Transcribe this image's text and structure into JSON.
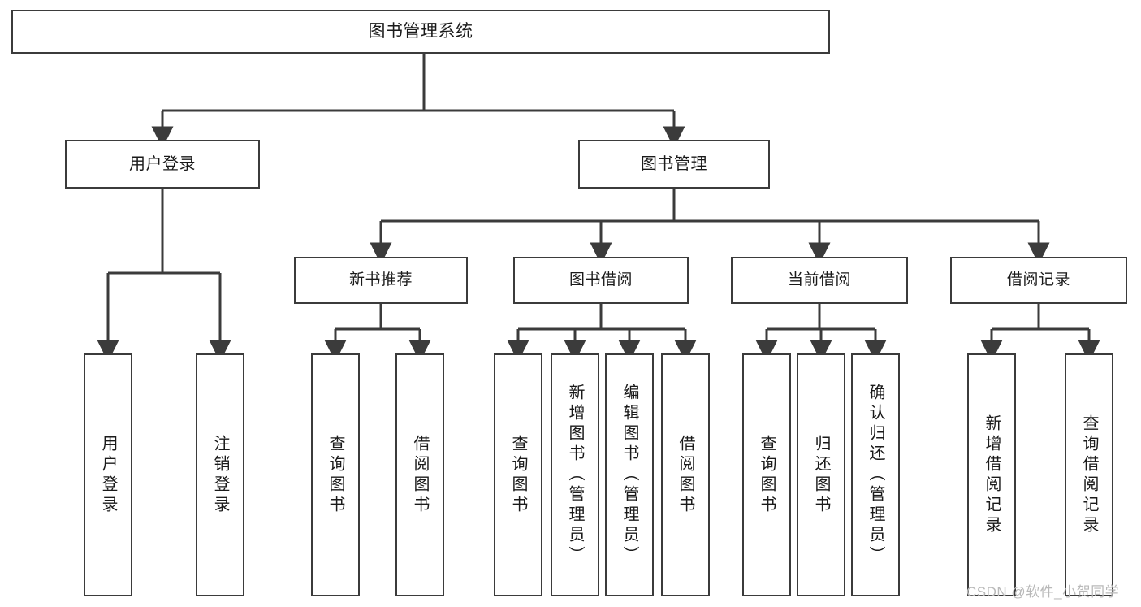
{
  "diagram": {
    "title": "图书管理系统",
    "root": {
      "id": "root",
      "label": "图书管理系统"
    },
    "level1": [
      {
        "id": "user-login",
        "label": "用户登录"
      },
      {
        "id": "book-management",
        "label": "图书管理"
      }
    ],
    "level2": [
      {
        "id": "new-book-recommend",
        "label": "新书推荐",
        "parent": "book-management"
      },
      {
        "id": "book-borrow",
        "label": "图书借阅",
        "parent": "book-management"
      },
      {
        "id": "current-borrow",
        "label": "当前借阅",
        "parent": "book-management"
      },
      {
        "id": "borrow-record",
        "label": "借阅记录",
        "parent": "book-management"
      }
    ],
    "leaves": {
      "user-login": [
        {
          "id": "leaf-user-login",
          "label": "用户登录"
        },
        {
          "id": "leaf-logout-login",
          "label": "注销登录"
        }
      ],
      "new-book-recommend": [
        {
          "id": "leaf-query-book-1",
          "label": "查询图书"
        },
        {
          "id": "leaf-borrow-book-1",
          "label": "借阅图书"
        }
      ],
      "book-borrow": [
        {
          "id": "leaf-query-book-2",
          "label": "查询图书"
        },
        {
          "id": "leaf-add-book-admin",
          "label": "新增图书（管理员）"
        },
        {
          "id": "leaf-edit-book-admin",
          "label": "编辑图书（管理员）"
        },
        {
          "id": "leaf-borrow-book-2",
          "label": "借阅图书"
        }
      ],
      "current-borrow": [
        {
          "id": "leaf-query-book-3",
          "label": "查询图书"
        },
        {
          "id": "leaf-return-book",
          "label": "归还图书"
        },
        {
          "id": "leaf-confirm-return-admin",
          "label": "确认归还（管理员）"
        }
      ],
      "borrow-record": [
        {
          "id": "leaf-add-borrow-record",
          "label": "新增借阅记录"
        },
        {
          "id": "leaf-query-borrow-record",
          "label": "查询借阅记录"
        }
      ]
    },
    "colors": {
      "stroke": "#3b3b3b",
      "text": "#1a1a1a",
      "background": "#ffffff",
      "watermark": "#b9b9b9"
    }
  },
  "watermark": {
    "text": "CSDN @软件_小贺同学"
  }
}
